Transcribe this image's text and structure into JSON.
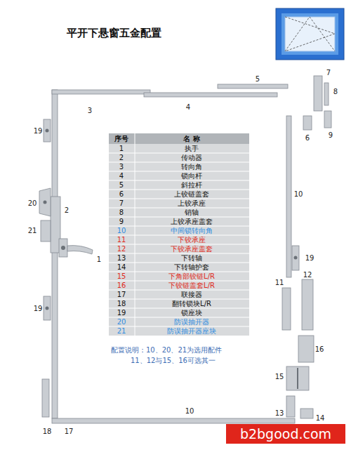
{
  "diagram": {
    "title": "平开下悬窗五金配置",
    "nodes": [
      {
        "text": [
          "b2bgood.com"
        ]
      }
    ],
    "labels": [
      "序号",
      "名 称",
      "1",
      "执手",
      "2",
      "传动器",
      "3",
      "转向角",
      "4",
      "锁向杆",
      "5",
      "斜拉杆",
      "6",
      "上铰链盖套",
      "7",
      "上铰承座",
      "8",
      "销轴",
      "9",
      "上铰承座盖套",
      "10",
      "中间锁转向角",
      "11",
      "下铰承座",
      "12",
      "下铰承座盖套",
      "13",
      "下转轴",
      "14",
      "下转轴护套",
      "15",
      "下角部铰链L/R",
      "16",
      "下铰链盖套L/R",
      "17",
      "联接器",
      "18",
      "翻转锁块L/R",
      "19",
      "锁座块",
      "20",
      "防误抽开器",
      "21",
      "防误抽开器座块",
      "配置说明：10、20、21为选用配件",
      "11、12与15、16可选其一",
      "3",
      "4",
      "5",
      "7",
      "8",
      "6",
      "9",
      "10",
      "19",
      "20",
      "2",
      "21",
      "1",
      "19",
      "19",
      "11",
      "12",
      "16",
      "15",
      "10",
      "13",
      "14",
      "18",
      "17"
    ]
  }
}
